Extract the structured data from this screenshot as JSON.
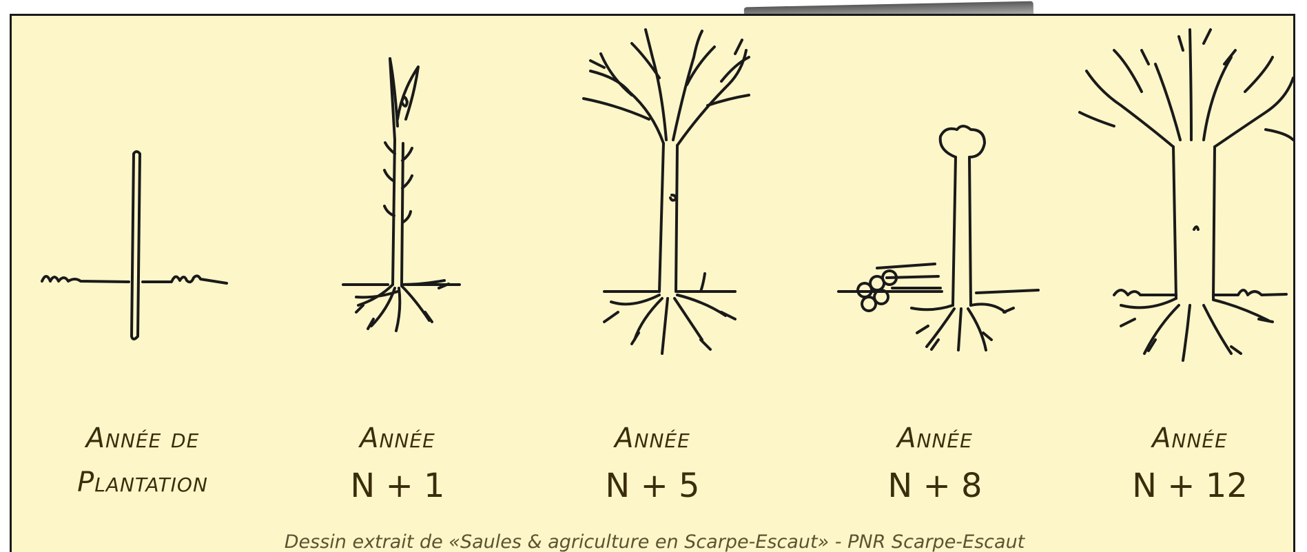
{
  "stages": [
    {
      "line1": "Année de",
      "line2": "Plantation"
    },
    {
      "line1": "Année",
      "line2": "N + 1"
    },
    {
      "line1": "Année",
      "line2": "N + 5"
    },
    {
      "line1": "Année",
      "line2": "N + 8"
    },
    {
      "line1": "Année",
      "line2": "N + 12"
    }
  ],
  "caption": "Dessin extrait de «Saules & agriculture en Scarpe-Escaut» - PNR Scarpe-Escaut",
  "colors": {
    "background": "#fcf6c8",
    "ink": "#1a1a1a",
    "text": "#3a2d0c",
    "caption": "#5c5230"
  }
}
